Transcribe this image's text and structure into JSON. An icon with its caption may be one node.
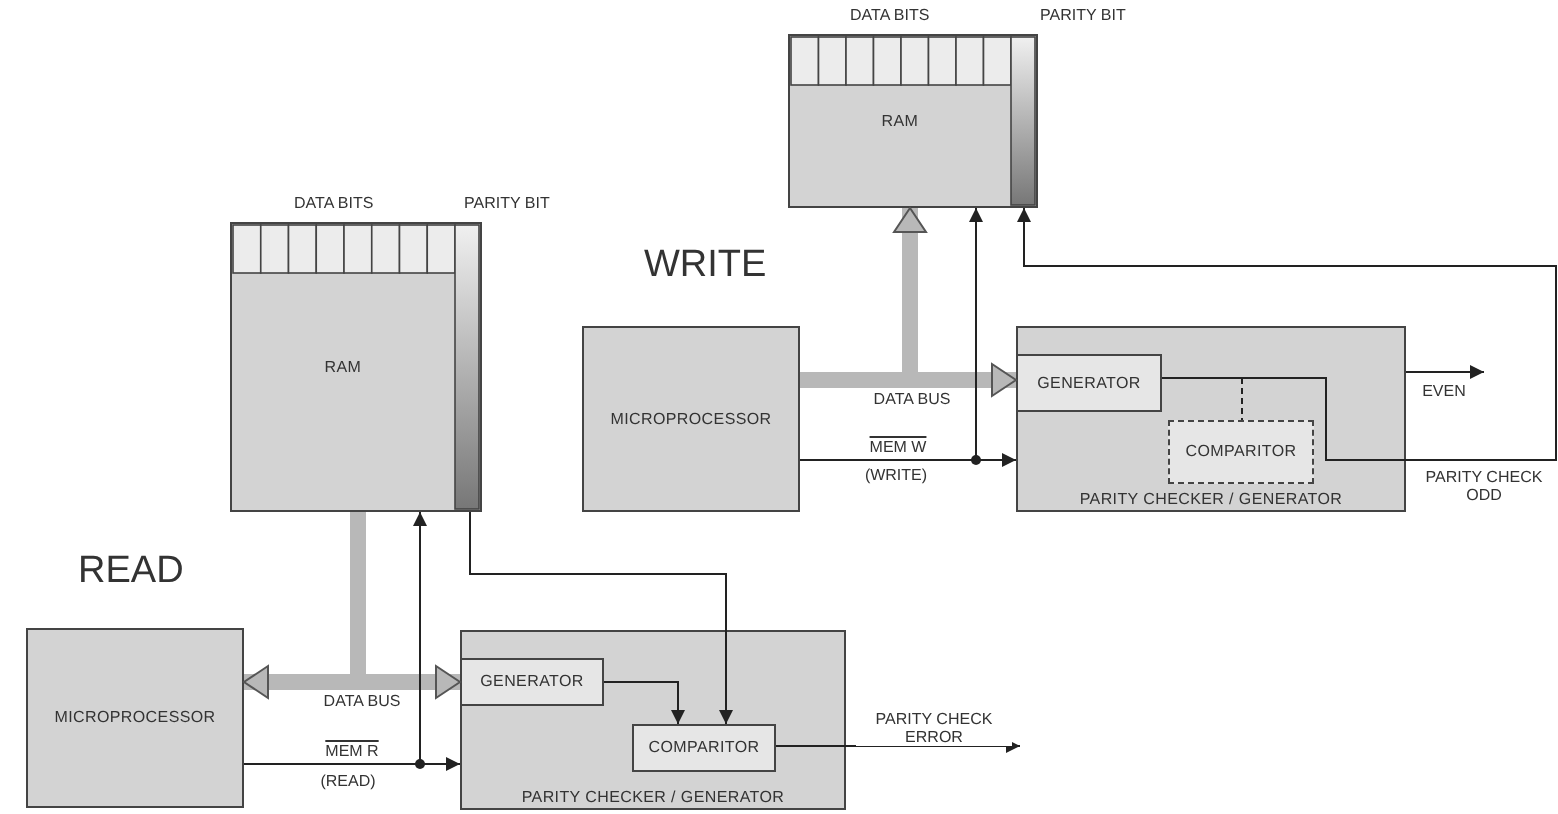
{
  "diagram": {
    "nodes": [
      {
        "text": [
          "RAM"
        ]
      },
      {
        "text": [
          "MICROPROCESSOR"
        ]
      },
      {
        "text": [
          "PARITY CHECKER / GENERATOR"
        ]
      },
      {
        "text": [
          "GENERATOR"
        ],
        "in": 2
      },
      {
        "text": [
          "COMPARITOR"
        ],
        "in": 2
      },
      {
        "text": [
          "RAM"
        ]
      },
      {
        "text": [
          "MICROPROCESSOR"
        ]
      },
      {
        "text": [
          "PARITY CHECKER / GENERATOR"
        ]
      },
      {
        "text": [
          "GENERATOR"
        ],
        "in": 7
      },
      {
        "text": [
          "COMPARITOR"
        ],
        "in": 7
      }
    ],
    "edges": [
      {
        "from": 1,
        "to": 3,
        "arrow": "to",
        "label": "DATA BUS",
        "style": "thick",
        "color": "#b8b8b8"
      },
      {
        "from": 1,
        "to": 0,
        "arrow": "to",
        "style": "thick",
        "color": "#b8b8b8"
      },
      {
        "from": 1,
        "to": 2,
        "arrow": "to",
        "label": "MEM W"
      },
      {
        "from": 1,
        "to": 0,
        "arrow": "to"
      },
      {
        "from": 3,
        "to": 4,
        "arrow": "none",
        "style": "dashed"
      },
      {
        "from": 3,
        "to": 0,
        "arrow": "to",
        "label": "PARITY CHECK ODD"
      },
      {
        "from": 2,
        "to": null,
        "arrow": "to",
        "label": "EVEN"
      },
      {
        "from": 5,
        "to": 6,
        "arrow": "to",
        "label": "DATA BUS",
        "style": "thick",
        "color": "#b8b8b8"
      },
      {
        "from": 5,
        "to": 8,
        "arrow": "to",
        "style": "thick",
        "color": "#b8b8b8"
      },
      {
        "from": 6,
        "to": 7,
        "arrow": "to",
        "label": "MEM R"
      },
      {
        "from": 6,
        "to": 5,
        "arrow": "to"
      },
      {
        "from": 5,
        "to": 9,
        "arrow": "to"
      },
      {
        "from": 8,
        "to": 9,
        "arrow": "to"
      },
      {
        "from": 9,
        "to": null,
        "arrow": "to",
        "label": "PARITY CHECK ERROR"
      }
    ],
    "labels": [
      "DATA BITS",
      "PARITY BIT",
      "WRITE",
      "DATA BITS",
      "PARITY BIT",
      "(WRITE)",
      "READ",
      "(READ)"
    ]
  }
}
